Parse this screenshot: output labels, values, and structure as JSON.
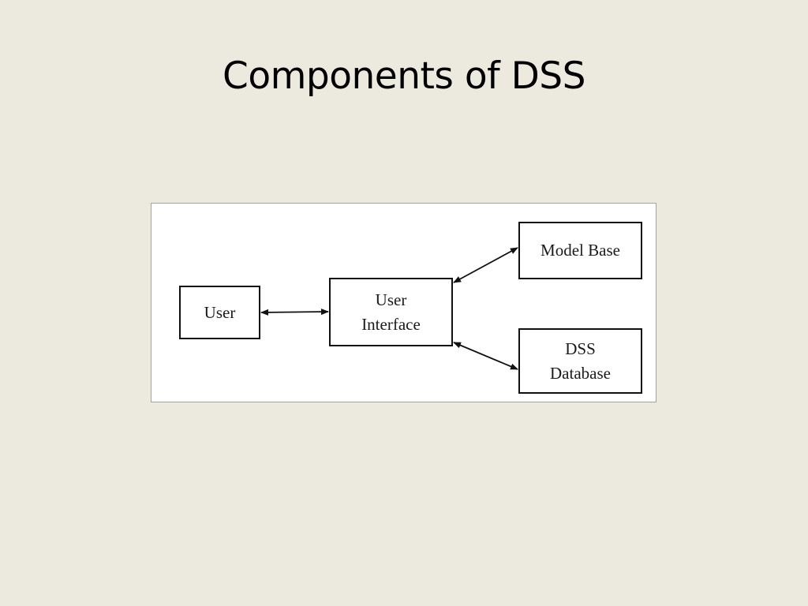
{
  "slide": {
    "title": "Components of DSS"
  },
  "diagram": {
    "nodes": {
      "user": {
        "label": "User"
      },
      "user_interface": {
        "lines": [
          "User",
          "Interface"
        ]
      },
      "model_base": {
        "label": "Model Base"
      },
      "dss_database": {
        "lines": [
          "DSS",
          "Database"
        ]
      }
    },
    "edges": [
      {
        "from": "User",
        "to": "User Interface",
        "direction": "bidirectional"
      },
      {
        "from": "User Interface",
        "to": "Model Base",
        "direction": "bidirectional"
      },
      {
        "from": "User Interface",
        "to": "DSS Database",
        "direction": "bidirectional"
      }
    ],
    "colors": {
      "background": "#ece9df",
      "frame_border": "#c9958a",
      "box_border": "#111111"
    }
  }
}
